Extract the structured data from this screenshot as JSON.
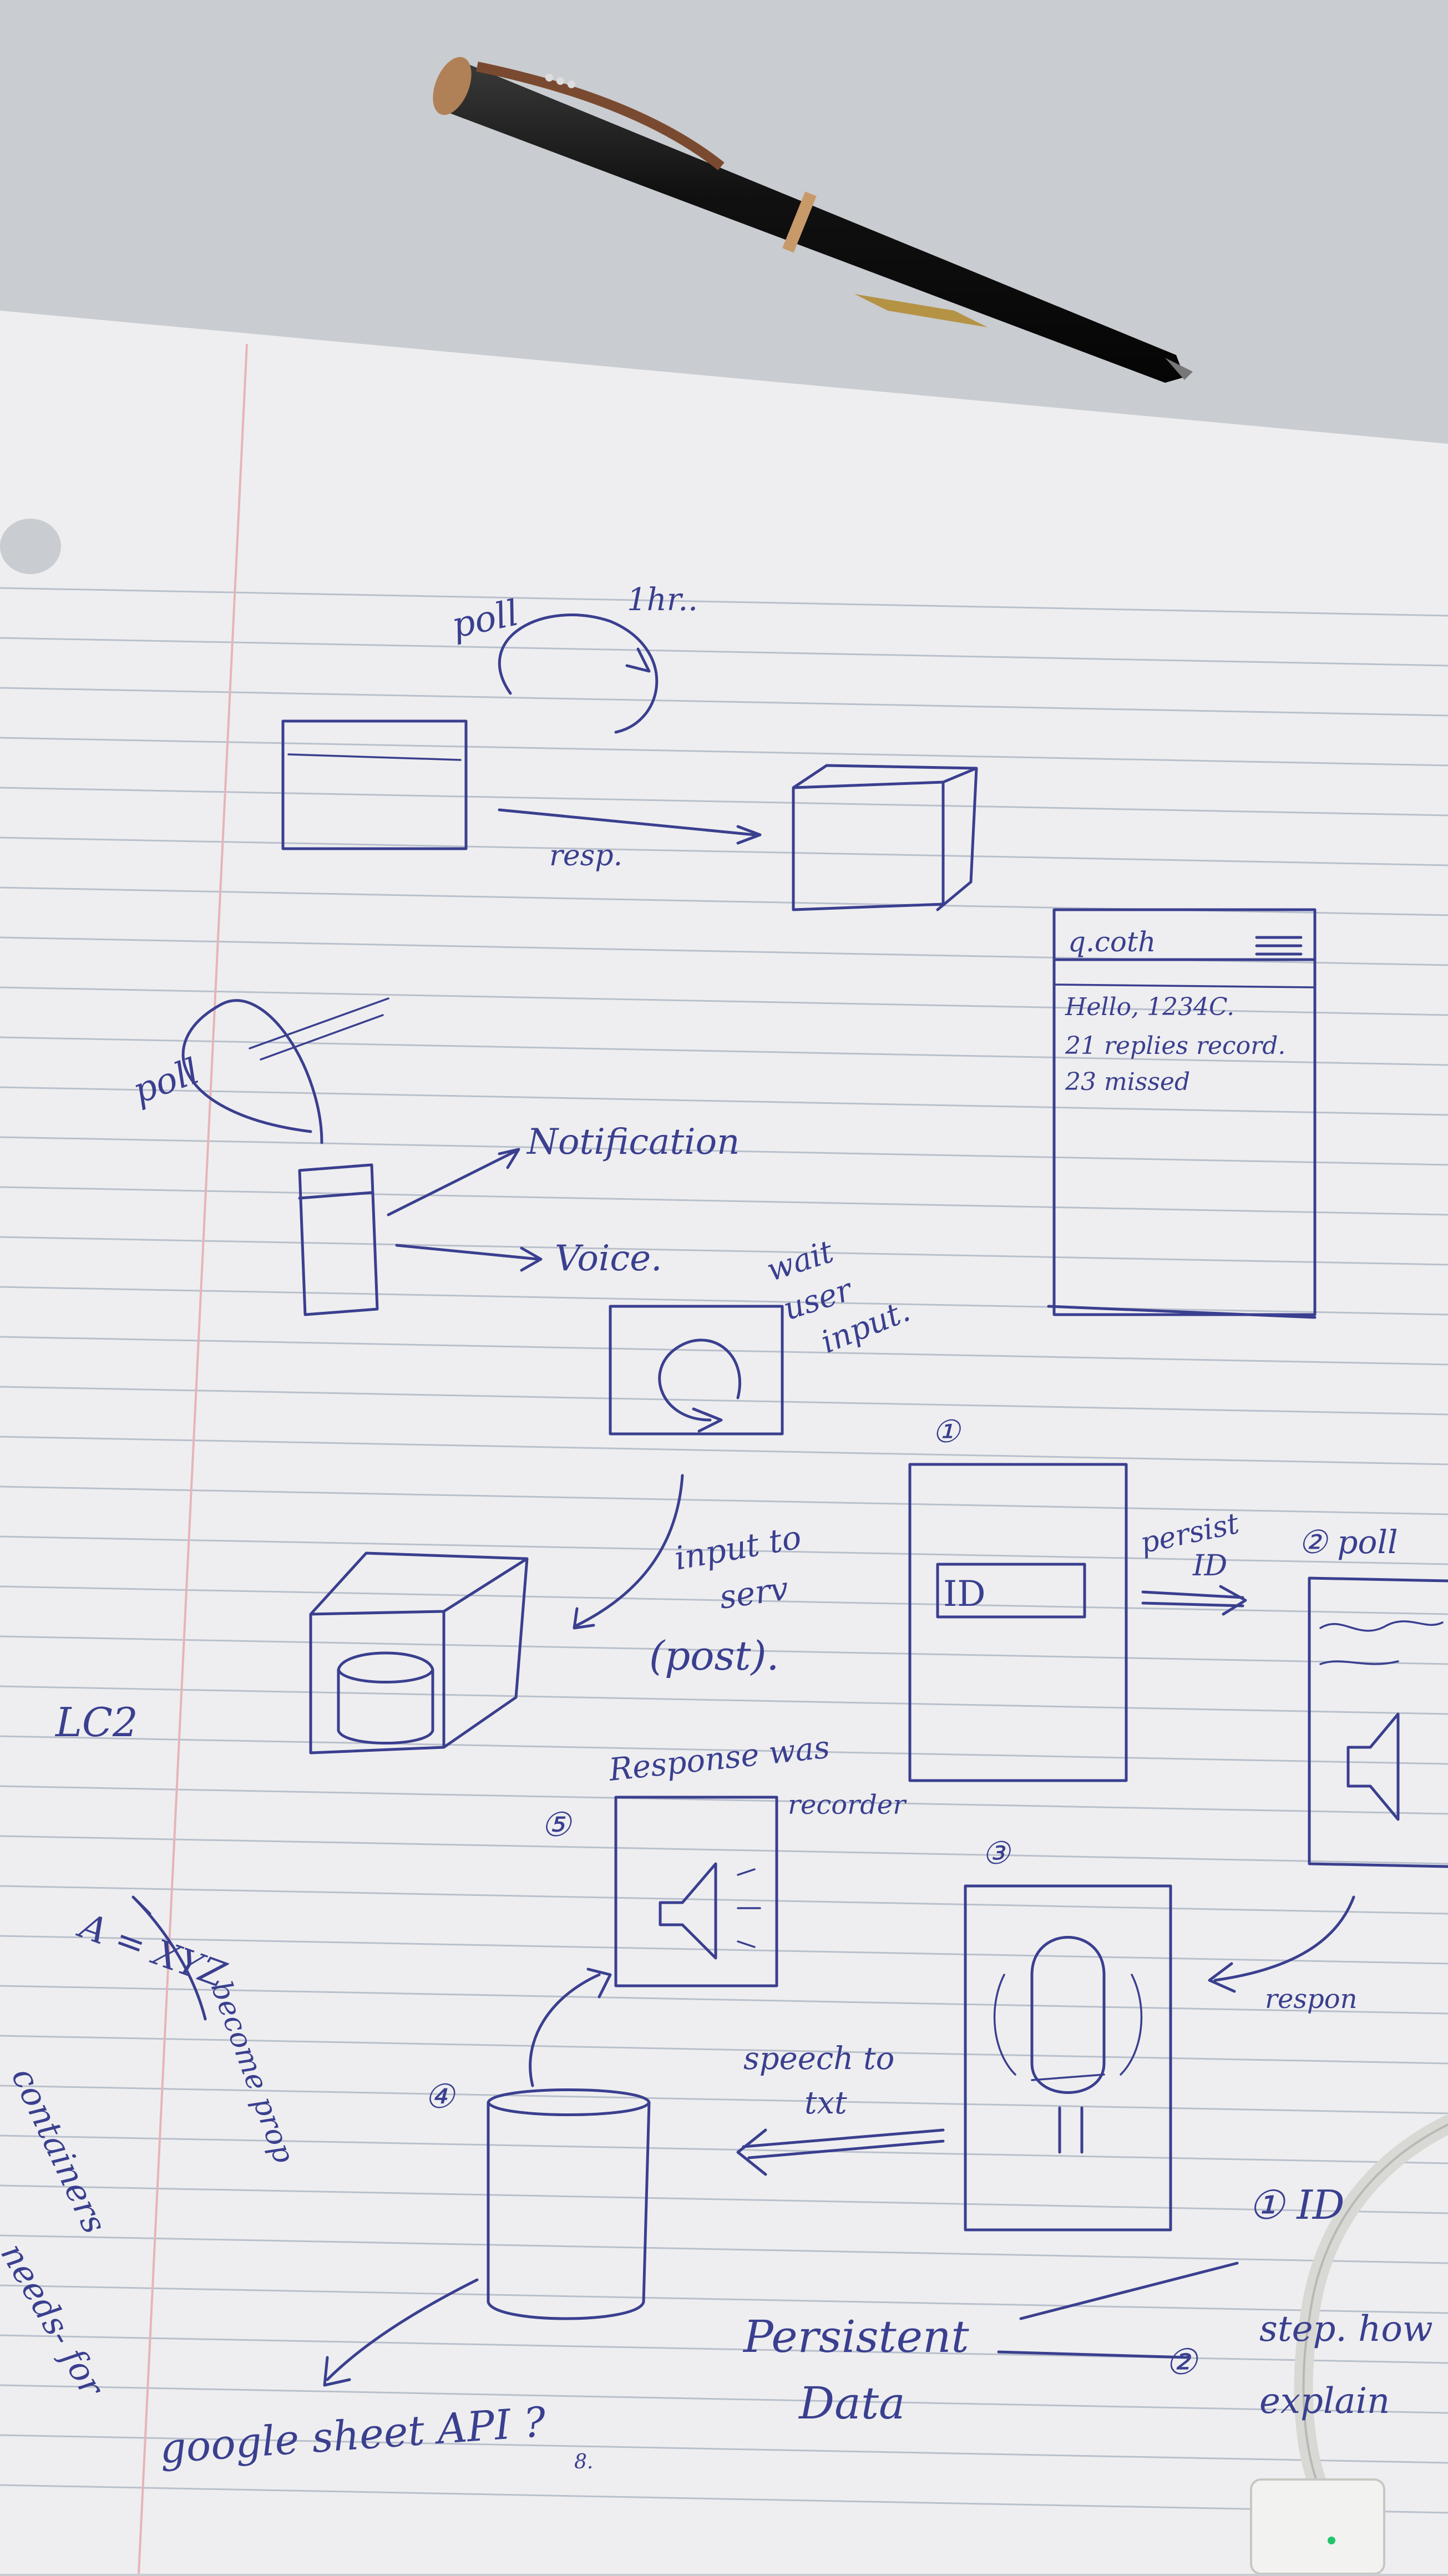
{
  "scene": {
    "colors": {
      "desk": "#c9ccd0",
      "paper": "#eeeef0",
      "rule": "#b9c0cb",
      "margin": "#e6b5b8",
      "ink": "#3a3f8f"
    },
    "icons": [
      "pen",
      "usb-cable",
      "phone-sketch",
      "speaker-sketch",
      "microphone-sketch",
      "cube-sketch",
      "cylinder-sketch"
    ]
  },
  "sketch": {
    "poll_top": "poll",
    "hr": "1hr..",
    "resp": "resp.",
    "poll_left": "poll",
    "notification": "Notification",
    "voice": "Voice.",
    "wait_user_input": [
      "wait",
      "user",
      "input."
    ],
    "input_to_serv_1": "input to",
    "input_to_serv_2": "serv",
    "post": "(post).",
    "phone_app_title": "q.coth",
    "phone_line_1": "Hello, 1234C.",
    "phone_line_2": "21 replies record.",
    "phone_line_3": "23 missed",
    "step1": "①",
    "id_box": "ID",
    "persist_id_1": "persist",
    "persist_id_2": "ID",
    "step2_poll": "② poll",
    "step3": "③",
    "respon": "respon",
    "response_was": "Response was",
    "recorder": "recorder",
    "step5": "⑤",
    "step4": "④",
    "speech_to_txt_1": "speech to",
    "speech_to_txt_2": "txt",
    "persistent": "Persistent",
    "data": "Data",
    "google_sheet": "google sheet API ?",
    "small_mark": "8.",
    "lc2": "LC2",
    "xyz": "A = XYZ",
    "become_prop": "become prop",
    "containers": "containers",
    "needs_for": "needs- for",
    "right_1_id": "① ID",
    "right_2": "②",
    "step_how": "step. how",
    "explain": "explain"
  }
}
